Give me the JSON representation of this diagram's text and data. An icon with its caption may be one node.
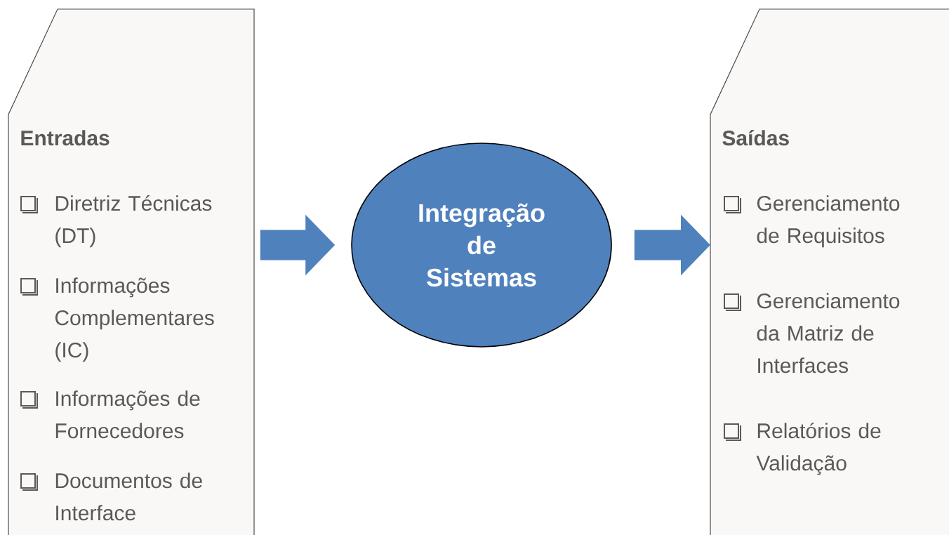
{
  "diagram": {
    "nodes": [
      {
        "text": [
          "Entradas",
          "Diretriz Técnicas (DT)",
          "Informações Complementares (IC)",
          "Informações de Fornecedores",
          "Documentos de Interface"
        ]
      },
      {
        "text": [
          "Integração de Sistemas"
        ]
      },
      {
        "text": [
          "Saídas",
          "Gerenciamento de Requisitos",
          "Gerenciamento da Matriz de Interfaces",
          "Relatórios de Validação"
        ]
      }
    ],
    "edges": [
      {
        "from": 0,
        "to": 1,
        "arrow": "to"
      },
      {
        "from": 1,
        "to": 2,
        "arrow": "to"
      }
    ]
  }
}
